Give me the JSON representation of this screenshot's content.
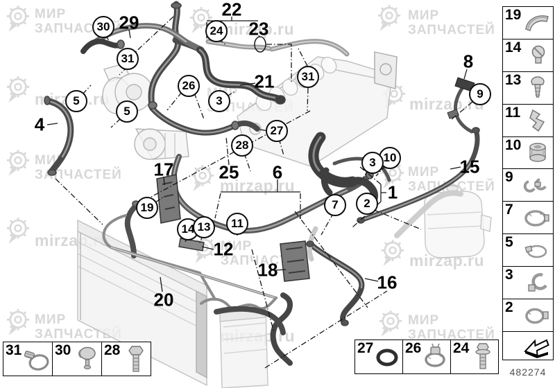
{
  "watermark": {
    "brand_line1": "МИР",
    "brand_line2": "ЗАПЧАСТЕЙ",
    "site": "mirzap.ru"
  },
  "image_code": "482274",
  "diagram": {
    "circled": [
      "30",
      "24",
      "31",
      "31",
      "26",
      "3",
      "5",
      "5",
      "27",
      "28",
      "9",
      "10",
      "3",
      "7",
      "2",
      "19",
      "14",
      "13",
      "11"
    ],
    "plain": [
      "29",
      "22",
      "23",
      "21",
      "4",
      "8",
      "25",
      "6",
      "17",
      "12",
      "15",
      "1",
      "18",
      "20",
      "16"
    ]
  },
  "sidebar": {
    "items": [
      {
        "number": "19",
        "part": "hose-guide"
      },
      {
        "number": "14",
        "part": "clip"
      },
      {
        "number": "13",
        "part": "screw"
      },
      {
        "number": "11",
        "part": "bracket-clip"
      },
      {
        "number": "10",
        "part": "grommet"
      },
      {
        "number": "9",
        "part": "double-pipe-clip"
      },
      {
        "number": "7",
        "part": "hose-clamp"
      },
      {
        "number": "5",
        "part": "band-clamp"
      },
      {
        "number": "3",
        "part": "spring-clip"
      },
      {
        "number": "2",
        "part": "clamp-with-tab"
      }
    ]
  },
  "legend_bottom_left": {
    "items": [
      {
        "number": "31",
        "part": "worm-clamp"
      },
      {
        "number": "30",
        "part": "holder-clip"
      },
      {
        "number": "28",
        "part": "hex-bolt"
      }
    ]
  },
  "legend_bottom_right": {
    "items": [
      {
        "number": "27",
        "part": "o-ring"
      },
      {
        "number": "26",
        "part": "band-clamp"
      },
      {
        "number": "24",
        "part": "flange-bolt"
      }
    ]
  }
}
